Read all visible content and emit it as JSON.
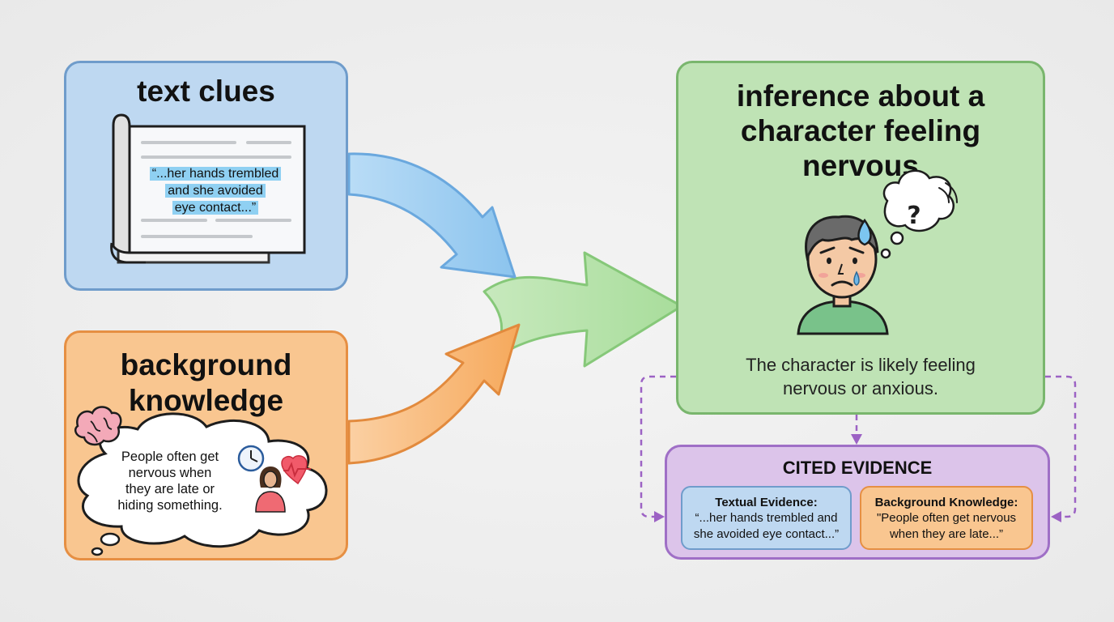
{
  "text_clues": {
    "title": "text clues",
    "quote_lines": [
      "“...her hands trembled",
      "and she avoided",
      "eye contact...”"
    ]
  },
  "background_knowledge": {
    "title_line1": "background",
    "title_line2": "knowledge",
    "thought_lines": [
      "People often get",
      "nervous when",
      "they are late or",
      "hiding something."
    ]
  },
  "inference": {
    "title_lines": [
      "inference about a",
      "character feeling",
      "nervous"
    ],
    "question_mark": "?",
    "text_lines": [
      "The character is likely feeling",
      "nervous or anxious."
    ]
  },
  "cited_evidence": {
    "title": "CITED EVIDENCE",
    "textual": {
      "title": "Textual Evidence:",
      "lines": [
        "“...her hands trembled and",
        "she avoided eye contact...”"
      ]
    },
    "background": {
      "title": "Background Knowledge:",
      "lines": [
        "\"People often get nervous",
        "when they are late...”"
      ]
    }
  },
  "colors": {
    "blue": "#bed8f1",
    "orange": "#f9c690",
    "green": "#bfe3b5",
    "purple": "#dcc4ea"
  }
}
